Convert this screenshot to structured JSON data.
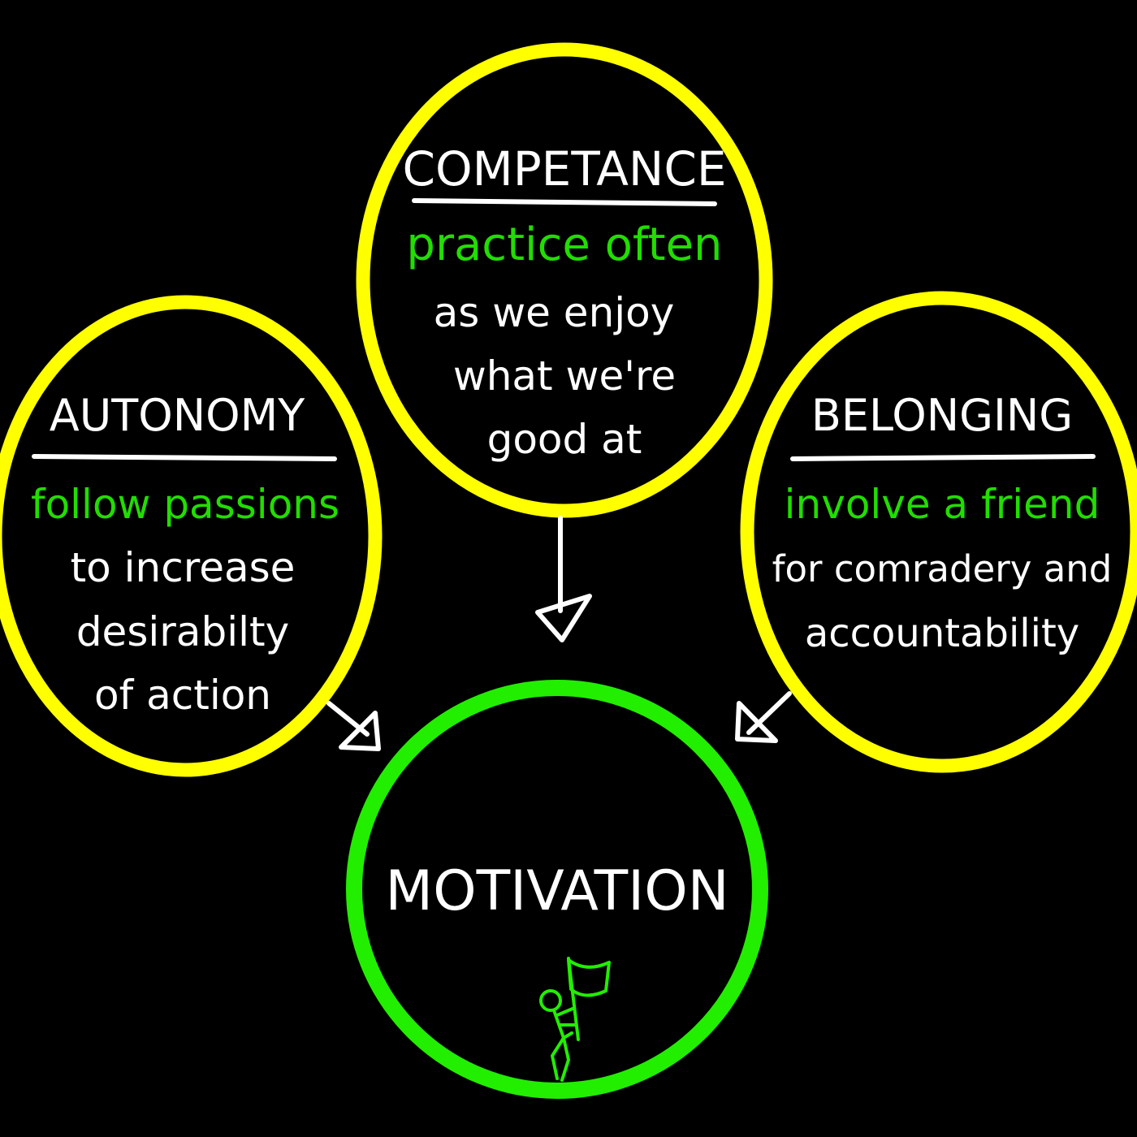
{
  "colors": {
    "background": "#000000",
    "ring_yellow": "#ffff00",
    "ring_green": "#22ee00",
    "text_white": "#ffffff",
    "text_green": "#22dd00",
    "arrow_white": "#ffffff"
  },
  "nodes": {
    "competance": {
      "title": "COMPETANCE",
      "action": "practice often",
      "desc_line1": "as we enjoy",
      "desc_line2": "what we're",
      "desc_line3": "good at"
    },
    "autonomy": {
      "title": "AUTONOMY",
      "action": "follow passions",
      "desc_line1": "to increase",
      "desc_line2": "desirabilty",
      "desc_line3": "of action"
    },
    "belonging": {
      "title": "BELONGING",
      "action": "involve a friend",
      "desc_line1": "for comradery and",
      "desc_line2": "accountability"
    },
    "motivation": {
      "title": "MOTIVATION",
      "icon": "stick-figure-with-flag-icon"
    }
  }
}
